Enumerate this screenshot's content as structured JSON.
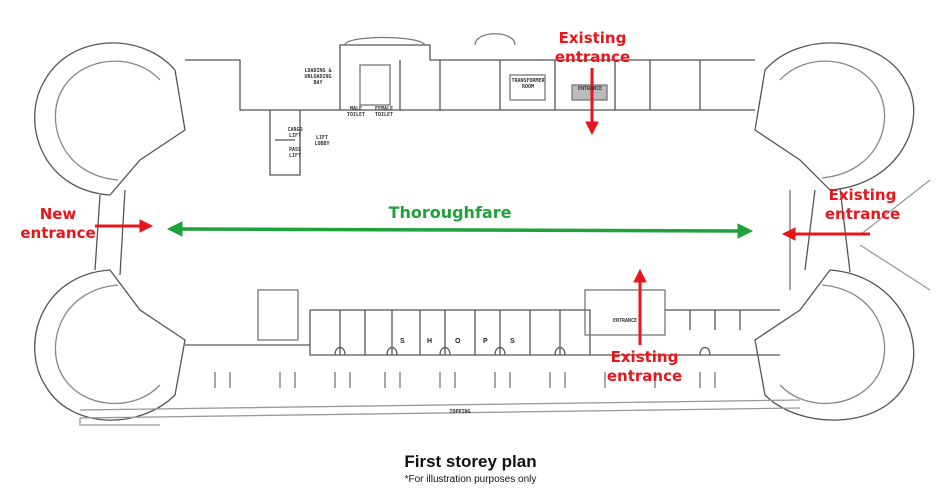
{
  "plan": {
    "title": "First storey plan",
    "subtitle": "*For illustration purposes only",
    "annotations": {
      "new_entrance": "New\nentrance",
      "thoroughfare": "Thoroughfare",
      "existing_top": "Existing\nentrance",
      "existing_right": "Existing\nentrance",
      "existing_bottom": "Existing\nentrance"
    },
    "rooms": {
      "loading": "LOADING & UNLOADING BAY",
      "male": "MALE TOILET",
      "female": "FEMALE TOILET",
      "transformer": "TRANSFORMER ROOM",
      "entrance_top": "ENTRANCE",
      "cargo_lift": "CARGO LIFT",
      "pass_lift": "PASS LIFT",
      "lift_lobby": "LIFT LOBBY",
      "entrance_bottom": "ENTRANCE",
      "topping": "TOPPING"
    },
    "shops_letters": [
      "S",
      "H",
      "O",
      "P",
      "S"
    ],
    "colors": {
      "annotation_red": "#e8151b",
      "thoroughfare_green": "#1fa23a"
    }
  }
}
